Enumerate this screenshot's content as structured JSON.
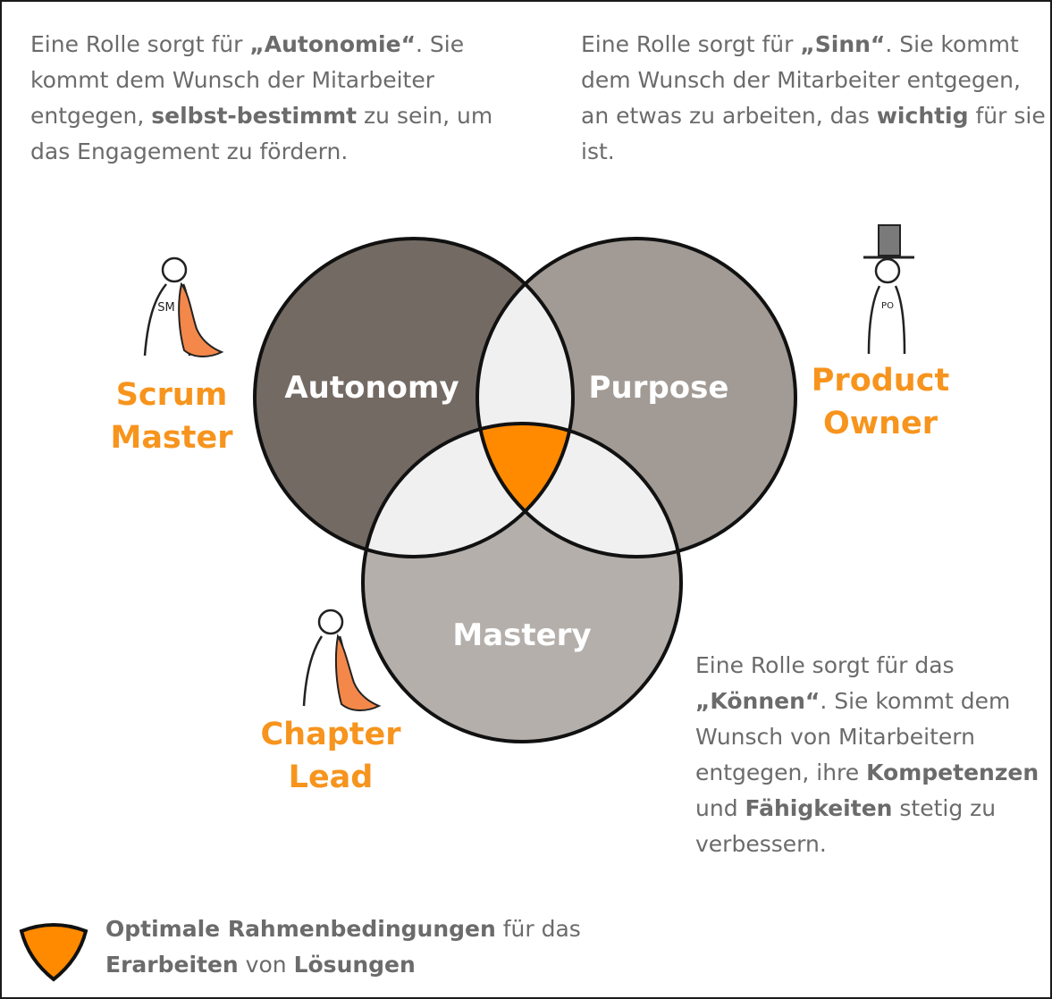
{
  "paragraphs": {
    "autonomy": {
      "t1": "Eine Rolle sorgt für ",
      "b1": "„Autonomie“",
      "t2": ". Sie kommt dem Wunsch der Mitarbeiter entgegen, ",
      "b2": "selbst-bestimmt",
      "t3": " zu sein, um das Engagement zu fördern."
    },
    "purpose": {
      "t1": "Eine Rolle sorgt für ",
      "b1": "„Sinn“",
      "t2": ". Sie kommt dem Wunsch der Mitarbeiter entgegen, an etwas zu arbeiten, das ",
      "b2": "wichtig",
      "t3": " für sie ist."
    },
    "mastery": {
      "t1": "Eine Rolle sorgt für das ",
      "b1": "„Können“",
      "t2": ". Sie kommt dem Wunsch von Mitarbeitern entgegen, ihre ",
      "b2": "Kompetenzen",
      "t3": " und ",
      "b3": "Fähigkeiten",
      "t4": " stetig zu verbessern."
    }
  },
  "venn": {
    "circles": [
      {
        "label": "Autonomy",
        "color": "#736a63"
      },
      {
        "label": "Purpose",
        "color": "#a19a95"
      },
      {
        "label": "Mastery",
        "color": "#b4afab"
      }
    ],
    "overlap_color": "#f0f0f0",
    "center_color": "#ff8a00"
  },
  "roles": {
    "scrum_master": {
      "line1": "Scrum",
      "line2": "Master",
      "badge": "SM"
    },
    "product_owner": {
      "line1": "Product",
      "line2": "Owner",
      "badge": "PO"
    },
    "chapter_lead": {
      "line1": "Chapter",
      "line2": "Lead"
    }
  },
  "legend": {
    "b1": "Optimale Rahmenbedingungen",
    "t1": " für das ",
    "b2": "Erarbeiten",
    "t2": " von ",
    "b3": "Lösungen"
  },
  "colors": {
    "accent": "#f7941d",
    "text": "#6b6b6b"
  }
}
